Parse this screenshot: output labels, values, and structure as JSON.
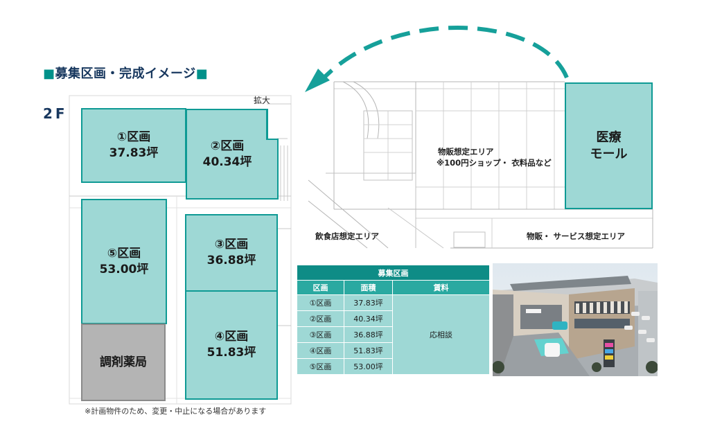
{
  "header": {
    "title": "募集区画・完成イメージ",
    "title_marker": "■",
    "floor": "2F",
    "expand_label": "拡大"
  },
  "zones": [
    {
      "name": "①区画",
      "area": "37.83坪"
    },
    {
      "name": "②区画",
      "area": "40.34坪"
    },
    {
      "name": "③区画",
      "area": "36.88坪"
    },
    {
      "name": "④区画",
      "area": "51.83坪"
    },
    {
      "name": "⑤区画",
      "area": "53.00坪"
    },
    {
      "name": "調剤薬局",
      "area": ""
    }
  ],
  "note": "※計画物件のため、変更・中止になる場合があります",
  "overview_map": {
    "retail_area": "物販想定エリア",
    "retail_examples": "※100円ショップ・ 衣料品など",
    "medical_line1": "医療",
    "medical_line2": "モール",
    "food_area": "飲食店想定エリア",
    "service_area": "物販・ サービス想定エリア"
  },
  "table": {
    "caption": "募集区画",
    "headers": [
      "区画",
      "面積",
      "賃料"
    ],
    "rows": [
      {
        "zone": "①区画",
        "area": "37.83坪"
      },
      {
        "zone": "②区画",
        "area": "40.34坪"
      },
      {
        "zone": "③区画",
        "area": "36.88坪"
      },
      {
        "zone": "④区画",
        "area": "51.83坪"
      },
      {
        "zone": "⑤区画",
        "area": "53.00坪"
      }
    ],
    "rent": "応相談"
  },
  "colors": {
    "zone_fill": "#9ed8d5",
    "zone_border": "#0e9a94",
    "pharmacy_fill": "#b4b4b4",
    "title_text": "#17375e",
    "accent": "#00918a",
    "arrow": "#16a09a"
  }
}
